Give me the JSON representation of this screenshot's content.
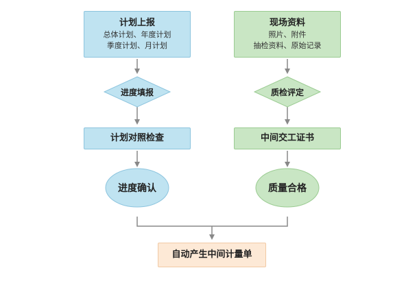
{
  "left_column": {
    "plan_report": {
      "title": "计划上报",
      "line1": "总体计划、年度计划",
      "line2": "季度计划、月计划"
    },
    "progress_fill": "进度填报",
    "plan_compare": "计划对照检查",
    "progress_confirm": "进度确认"
  },
  "right_column": {
    "site_data": {
      "title": "现场资料",
      "line1": "照片、附件",
      "line2": "抽检资料、原始记录"
    },
    "quality_eval": "质检评定",
    "interim_cert": "中间交工证书",
    "quality_pass": "质量合格"
  },
  "final": {
    "label": "自动产生中间计量单"
  },
  "colors": {
    "blue_fill": "#bfe3f1",
    "green_fill": "#c9e6c4",
    "peach_fill": "#fde9d6",
    "connector": "#888888"
  }
}
